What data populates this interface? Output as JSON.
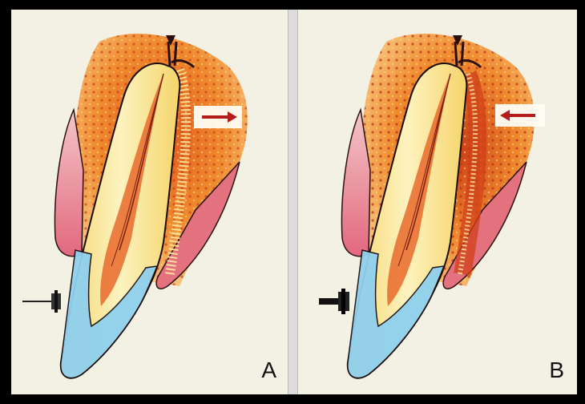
{
  "figure": {
    "panel_a": {
      "label": "A",
      "arrow_direction": "right"
    },
    "panel_b": {
      "label": "B",
      "arrow_direction": "left"
    }
  },
  "colors": {
    "background": "#f3f1e4",
    "bone": "#f08a2e",
    "bone_dark": "#c9501c",
    "gingiva": "#e27a8a",
    "enamel": "#7fc6e8",
    "dentin": "#f7e79a",
    "pulp": "#e36a2e",
    "arrow": "#b51d1d"
  }
}
